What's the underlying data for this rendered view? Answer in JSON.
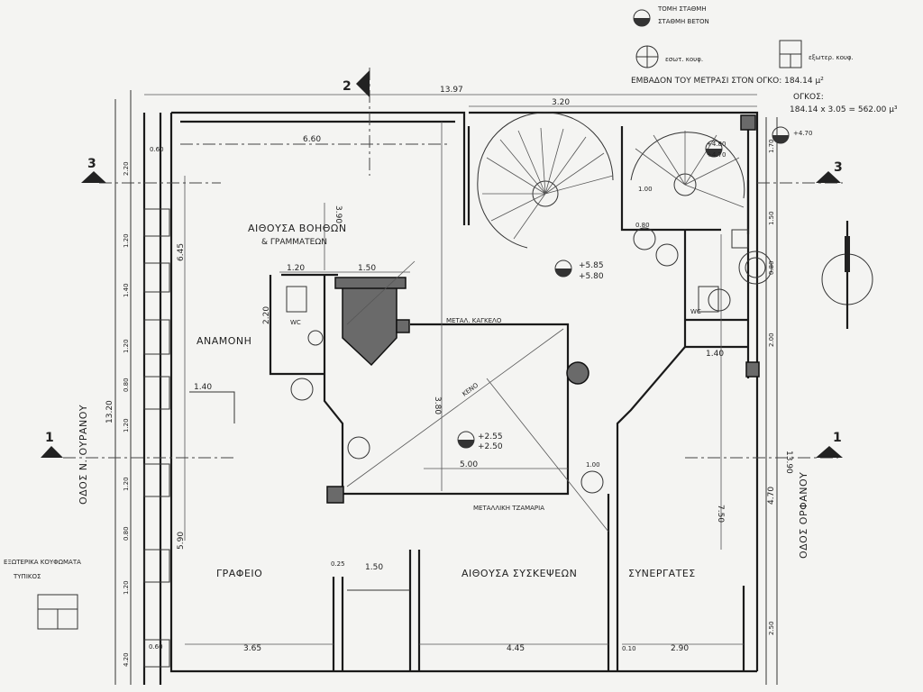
{
  "legend": {
    "section_level_top": "ΤΟΜΗ ΣΤΑΘΜΗ",
    "section_level_bottom": "ΣΤΑΘΜΗ ΒΕΤΟΝ",
    "interior_frame": "εσωτ. κουφ.",
    "exterior_frame": "εξωτερ. κουφ.",
    "area_note": "ΕΜΒΑΔΟΝ ΤΟΥ ΜΕΤΡΑΣΙ ΣΤΟΝ ΟΓΚΟ: 184.14 μ²",
    "volume_title": "ΟΓΚΟΣ:",
    "volume_calc": "184.14 x 3.05 = 562.00 μ³",
    "exterior_frames_note": "ΕΞΩΤΕΡΙΚΑ ΚΟΥΦΩΜΑΤΑ",
    "exterior_frames_sub": "ΤΥΠΙΚΟΣ"
  },
  "streets": {
    "left": "ΟΔΟΣ Ν. ΟΥΡΑΝΟΥ",
    "right": "ΟΔΟΣ ΟΡΦΑΝΟΥ"
  },
  "rooms": {
    "assistants": "ΑΙΘΟΥΣΑ ΒΟΗΘΩΝ",
    "assistants_sub": "& ΓΡΑΜΜΑΤΕΩΝ",
    "waiting": "ΑΝΑΜΟΝΗ",
    "office": "ΓΡΑΦΕΙΟ",
    "meeting": "ΑΙΘΟΥΣΑ ΣΥΣΚΕΨΕΩΝ",
    "associates": "ΣΥΝΕΡΓΑΤΕΣ",
    "void": "ΚΕΝΟ",
    "wc1": "WC",
    "wc2": "WC",
    "railing": "ΜΕΤΑΛ. ΚΑΓΚΕΛΟ",
    "glazing": "ΜΕΤΑΛΛΙΚΗ ΤΖΑΜΑΡΙΑ"
  },
  "levels": {
    "stair_top": "+5.85",
    "stair_bottom": "+5.80",
    "void_top": "+2.55",
    "void_bottom": "+2.50",
    "corner_top": "+4.80",
    "corner_bottom": "+4.70",
    "right_top": "+4.70"
  },
  "section_markers": [
    "1",
    "1",
    "2",
    "3",
    "3"
  ],
  "dimensions": {
    "total_width": "13.97",
    "top_right": "3.20",
    "top_left": "6.60",
    "vert_mid": "3.90",
    "left_height": "6.45",
    "wc_w1": "1.20",
    "wc_w2": "1.50",
    "wc_h": "2.20",
    "void_h": "3.80",
    "void_w": "5.00",
    "right_h": "7.50",
    "right_h2": "4.70",
    "total_h_right": "13.90",
    "total_h_left": "13.20",
    "office_h": "5.90",
    "bottom_left": "3.65",
    "bottom_mid": "4.45",
    "bottom_right": "2.90",
    "door_w": "1.50",
    "niche": "1.40",
    "right_small": "1.40",
    "left_col": [
      "2.20",
      "1.20",
      "1.40",
      "1.20",
      "0.80",
      "1.20",
      "1.20",
      "0.80",
      "1.20",
      "4.20"
    ],
    "right_col": [
      "1.70",
      "1.50",
      "0.80",
      "2.00",
      "2.50"
    ],
    "misc": [
      "0.60",
      "0.25",
      "1.00",
      "0.80",
      "0.60",
      "0.10",
      "1.00"
    ]
  }
}
